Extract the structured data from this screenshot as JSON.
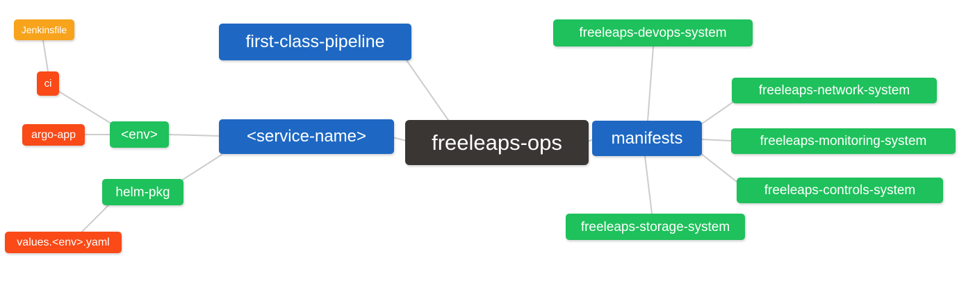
{
  "diagram": {
    "type": "mindmap",
    "nodes": {
      "root": {
        "label": "freeleaps-ops",
        "color": "#3A3634",
        "level": 0
      },
      "fcp": {
        "label": "first-class-pipeline",
        "color": "#1E68C3",
        "level": 1
      },
      "service": {
        "label": "<service-name>",
        "color": "#1E68C3",
        "level": 1
      },
      "manifests": {
        "label": "manifests",
        "color": "#1E68C3",
        "level": 1
      },
      "env": {
        "label": "<env>",
        "color": "#1EC15B",
        "level": 2
      },
      "helm_pkg": {
        "label": "helm-pkg",
        "color": "#1EC15B",
        "level": 2
      },
      "ci": {
        "label": "ci",
        "color": "#F94A17",
        "level": 3
      },
      "argo_app": {
        "label": "argo-app",
        "color": "#F94A17",
        "level": 3
      },
      "values_yaml": {
        "label": "values.<env>.yaml",
        "color": "#F94A17",
        "level": 3
      },
      "jenkinsfile": {
        "label": "Jenkinsfile",
        "color": "#F7A31C",
        "level": 4
      },
      "devops": {
        "label": "freeleaps-devops-system",
        "color": "#1EC15B",
        "level": 2
      },
      "network": {
        "label": "freeleaps-network-system",
        "color": "#1EC15B",
        "level": 2
      },
      "monitoring": {
        "label": "freeleaps-monitoring-system",
        "color": "#1EC15B",
        "level": 2
      },
      "controls": {
        "label": "freeleaps-controls-system",
        "color": "#1EC15B",
        "level": 2
      },
      "storage": {
        "label": "freeleaps-storage-system",
        "color": "#1EC15B",
        "level": 2
      }
    },
    "edges": [
      [
        "jenkinsfile",
        "ci"
      ],
      [
        "ci",
        "env"
      ],
      [
        "argo_app",
        "env"
      ],
      [
        "env",
        "service"
      ],
      [
        "helm_pkg",
        "service"
      ],
      [
        "values_yaml",
        "helm_pkg"
      ],
      [
        "fcp",
        "root"
      ],
      [
        "service",
        "root"
      ],
      [
        "root",
        "manifests"
      ],
      [
        "manifests",
        "devops"
      ],
      [
        "manifests",
        "network"
      ],
      [
        "manifests",
        "monitoring"
      ],
      [
        "manifests",
        "controls"
      ],
      [
        "manifests",
        "storage"
      ]
    ],
    "colors": {
      "branch_blue": "#1E68C3",
      "leaf_green": "#1EC15B",
      "leaf_orange": "#F7A31C",
      "leaf_red": "#F94A17",
      "root_dark": "#3A3634",
      "edge_line": "#CCCCCC",
      "text": "#FFFFFF",
      "background": "#FFFFFF"
    }
  }
}
